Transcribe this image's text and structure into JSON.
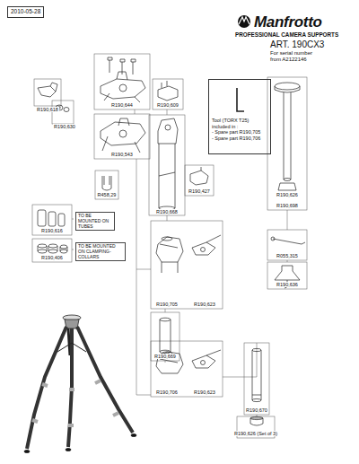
{
  "diagram": {
    "nodes": [
      {
        "text": [
          "2010-05-28"
        ]
      },
      {
        "text": [
          "Tool (TORX T25) included in :",
          "- Spare part R190,705",
          "- Spare part R190,706"
        ]
      }
    ],
    "labels": [
      "Manfrotto",
      "PROFESSIONAL CAMERA SUPPORTS",
      "ART. 190CX3",
      "For serial number from A2122146",
      "R190,618",
      "R190,630",
      "R190,644",
      "R190,609",
      "R190,543",
      "R458,29",
      "R190,427",
      "R190,668",
      "R190,626",
      "R190,698",
      "R055,315",
      "R190,636",
      "R190,616",
      "TO BE MOUNTED ON TUBES",
      "R190,406",
      "TO BE MOUNTED ON CLAMPING-COLLARS",
      "R190,705",
      "R190,623",
      "R190,669",
      "R190,706",
      "R190,623",
      "R190,670",
      "R190,626 (Set of 3)"
    ]
  }
}
